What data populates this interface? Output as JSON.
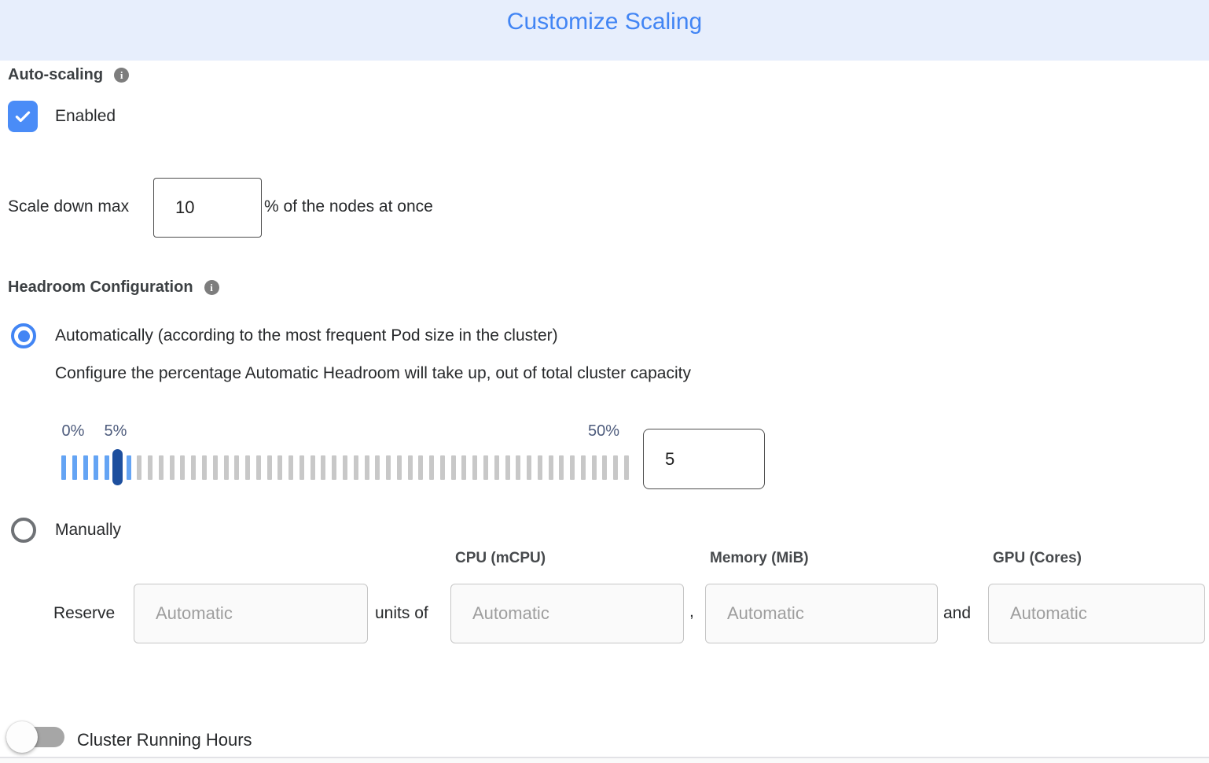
{
  "header": {
    "title": "Customize Scaling",
    "accent_color": "#4285f4",
    "background_color": "#e7eefc"
  },
  "auto_scaling": {
    "label": "Auto-scaling",
    "info_icon": "info-icon",
    "checkbox_label": "Enabled",
    "checked": true,
    "checkbox_color": "#4a8cf7"
  },
  "scale_down": {
    "label": "Scale down max",
    "value": "10",
    "suffix": "% of the nodes at once"
  },
  "headroom": {
    "label": "Headroom Configuration",
    "info_icon": "info-icon",
    "automatic_option": {
      "label": "Automatically (according to the most frequent Pod size in the cluster)",
      "selected": true,
      "description": "Configure the percentage Automatic Headroom will take up, out of total cluster capacity"
    },
    "manual_option": {
      "label": "Manually",
      "selected": false
    },
    "slider": {
      "min_label": "0%",
      "current_label": "5%",
      "max_label": "50%",
      "value": "5",
      "tick_count": 53,
      "blue_tick_count": 7,
      "handle_index": 5,
      "tick_color_active": "#64a4f4",
      "tick_color_inactive": "#c8c8c8",
      "handle_color": "#1d4f9e"
    }
  },
  "manual_reserve": {
    "prefix_label": "Reserve",
    "units_label": "units of",
    "comma_label": ",",
    "and_label": "and",
    "placeholder": "Automatic",
    "columns": [
      "CPU (mCPU)",
      "Memory (MiB)",
      "GPU (Cores)"
    ]
  },
  "cluster_running_hours": {
    "label": "Cluster Running Hours",
    "enabled": false
  }
}
